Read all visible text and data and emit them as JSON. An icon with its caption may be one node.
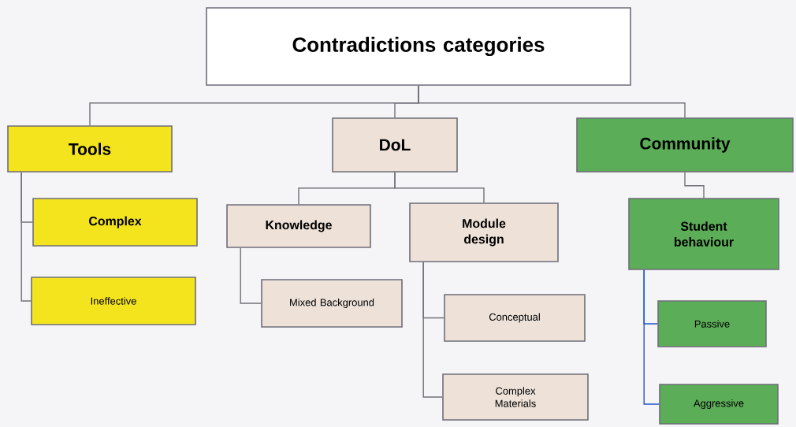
{
  "diagram": {
    "nodes": [
      {
        "text": [
          "Contradictions categories"
        ]
      },
      {
        "text": [
          "Tools"
        ]
      },
      {
        "text": [
          "DoL"
        ]
      },
      {
        "text": [
          "Community"
        ]
      },
      {
        "text": [
          "Complex"
        ]
      },
      {
        "text": [
          "Ineffective"
        ]
      },
      {
        "text": [
          "Knowledge"
        ]
      },
      {
        "text": [
          "Module design"
        ]
      },
      {
        "text": [
          "Mixed Background"
        ]
      },
      {
        "text": [
          "Conceptual"
        ]
      },
      {
        "text": [
          "Complex Materials"
        ]
      },
      {
        "text": [
          "Student behaviour"
        ]
      },
      {
        "text": [
          "Passive"
        ]
      },
      {
        "text": [
          "Aggressive"
        ]
      }
    ],
    "edges": [
      {
        "from": 0,
        "to": 1,
        "arrow": "none"
      },
      {
        "from": 0,
        "to": 2,
        "arrow": "none"
      },
      {
        "from": 0,
        "to": 3,
        "arrow": "none"
      },
      {
        "from": 1,
        "to": 4,
        "arrow": "none"
      },
      {
        "from": 1,
        "to": 5,
        "arrow": "none"
      },
      {
        "from": 2,
        "to": 6,
        "arrow": "none"
      },
      {
        "from": 2,
        "to": 7,
        "arrow": "none"
      },
      {
        "from": 6,
        "to": 8,
        "arrow": "none"
      },
      {
        "from": 7,
        "to": 9,
        "arrow": "none"
      },
      {
        "from": 7,
        "to": 10,
        "arrow": "none"
      },
      {
        "from": 3,
        "to": 11,
        "arrow": "none"
      },
      {
        "from": 11,
        "to": 12,
        "arrow": "none",
        "color": "#2255cc"
      },
      {
        "from": 11,
        "to": 13,
        "arrow": "none",
        "color": "#2255cc"
      }
    ]
  }
}
